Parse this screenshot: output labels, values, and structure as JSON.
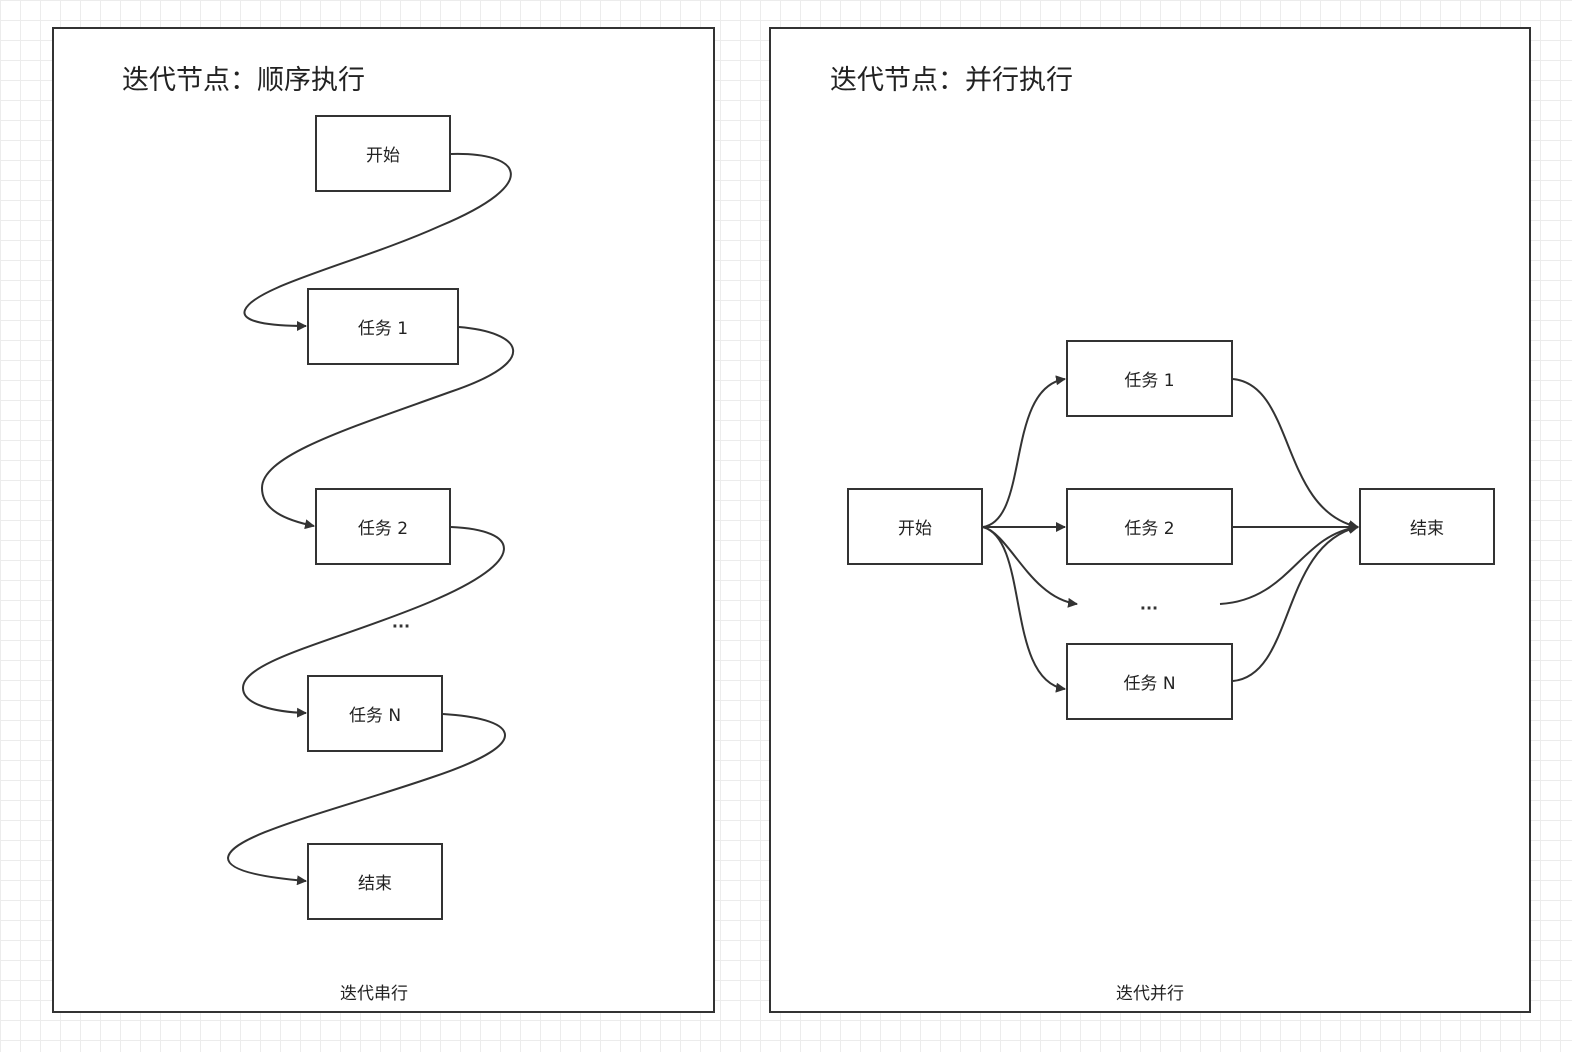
{
  "sequential": {
    "title": "迭代节点：顺序执行",
    "caption": "迭代串行",
    "nodes": {
      "start": "开始",
      "task1": "任务 1",
      "task2": "任务 2",
      "ellipsis": "...",
      "taskN": "任务 N",
      "end": "结束"
    }
  },
  "parallel": {
    "title": "迭代节点：并行执行",
    "caption": "迭代并行",
    "nodes": {
      "start": "开始",
      "task1": "任务 1",
      "task2": "任务 2",
      "ellipsis": "...",
      "taskN": "任务 N",
      "end": "结束"
    }
  },
  "colors": {
    "stroke": "#333333",
    "grid": "#ececec",
    "panel": "#ffffff"
  }
}
